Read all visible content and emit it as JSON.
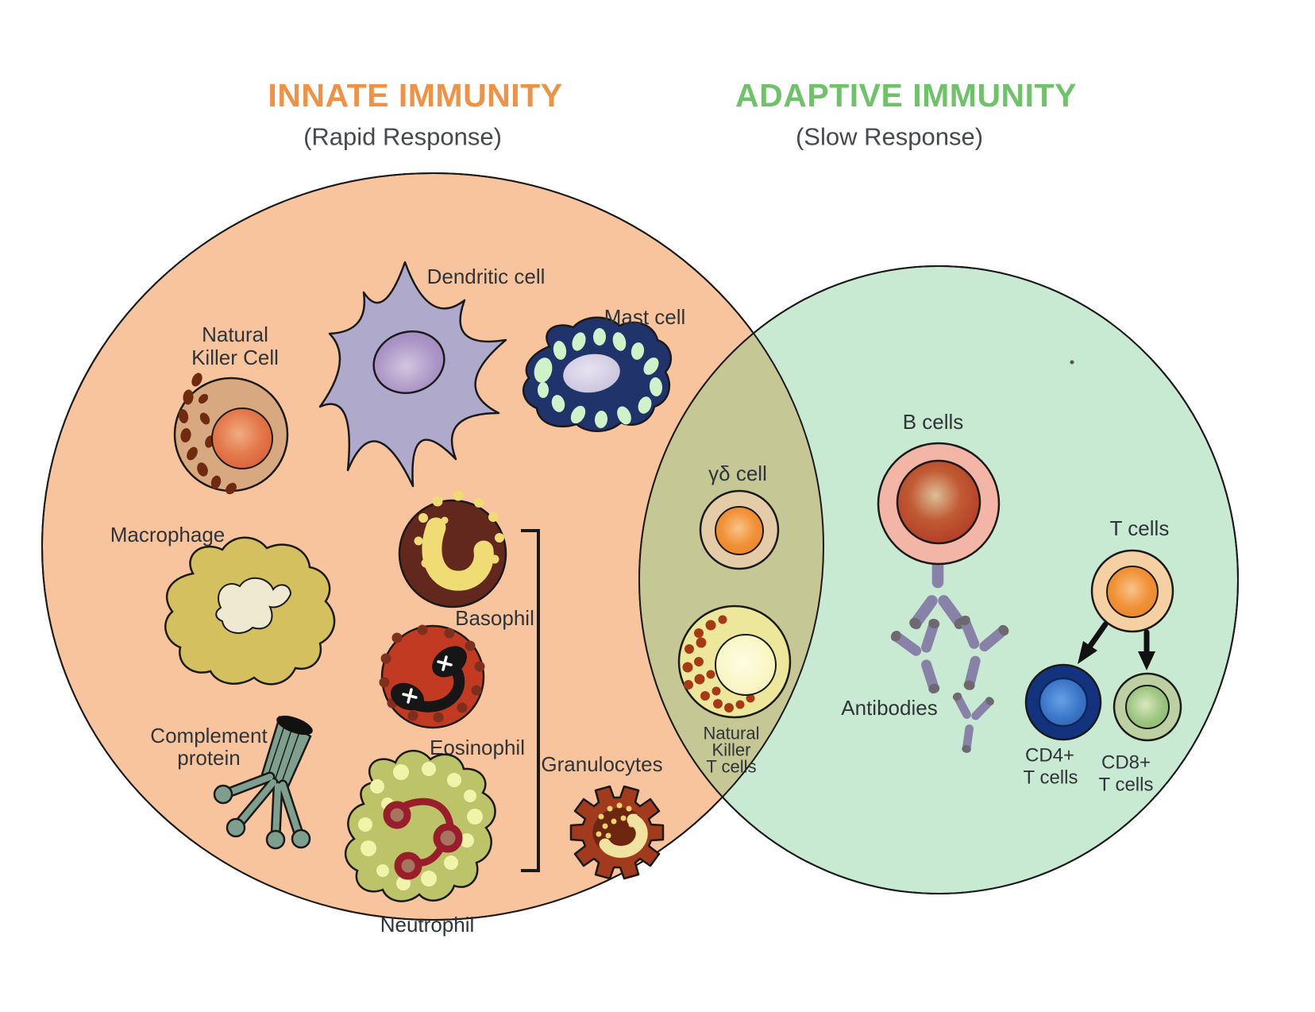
{
  "header": {
    "innate_title": "INNATE IMMUNITY",
    "innate_subtitle": "(Rapid Response)",
    "adaptive_title": "ADAPTIVE IMMUNITY",
    "adaptive_subtitle": "(Slow Response)"
  },
  "colors": {
    "innate_accent": "#F09144",
    "adaptive_accent": "#6EC368",
    "subtitle_text": "#46494D",
    "label_text": "#2F3438",
    "innate_region_fill": "#F8C49D",
    "adaptive_region_fill": "#C9EAD2",
    "overlap_region_fill": "#C5C794",
    "outline": "#1A1A1A"
  },
  "innate_cells": {
    "natural_killer": {
      "label_lines": [
        "Natural",
        "Killer Cell"
      ]
    },
    "dendritic": {
      "label": "Dendritic cell"
    },
    "mast": {
      "label": "Mast cell"
    },
    "macrophage": {
      "label": "Macrophage"
    },
    "basophil": {
      "label": "Basophil"
    },
    "eosinophil": {
      "label": "Eosinophil"
    },
    "complement": {
      "label_lines": [
        "Complement",
        "protein"
      ]
    },
    "neutrophil": {
      "label": "Neutrophil"
    },
    "granulocytes_group": {
      "label": "Granulocytes"
    }
  },
  "shared_cells": {
    "gamma_delta": {
      "label": "γδ cell"
    },
    "natural_killer_t": {
      "label_lines": [
        "Natural",
        "Killer",
        "T cells"
      ]
    }
  },
  "adaptive_cells": {
    "b_cells": {
      "label": "B cells"
    },
    "antibodies": {
      "label": "Antibodies"
    },
    "t_cells": {
      "label": "T cells"
    },
    "cd4": {
      "label_lines": [
        "CD4+",
        "T cells"
      ]
    },
    "cd8": {
      "label_lines": [
        "CD8+",
        "T cells"
      ]
    }
  }
}
